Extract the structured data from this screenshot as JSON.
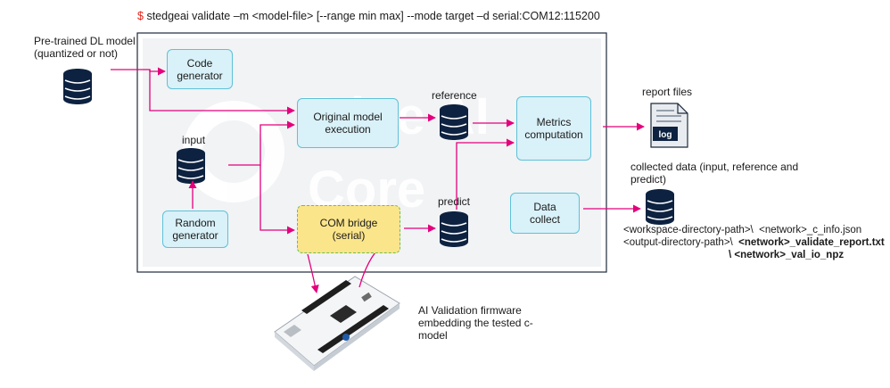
{
  "command": {
    "prompt": "$",
    "text": "stedgeai validate –m <model-file> [--range min max] --mode target –d serial:COM12:115200"
  },
  "labels": {
    "pretrained_line1": "Pre-trained DL model",
    "pretrained_line2": "(quantized or not)",
    "input": "input",
    "reference": "reference",
    "predict": "predict",
    "report_files": "report files",
    "collected_line1": "collected data (input, reference and",
    "collected_line2": "predict)",
    "firmware_line1": "AI Validation firmware",
    "firmware_line2": "embedding the tested c-",
    "firmware_line3": "model"
  },
  "nodes": {
    "code_generator_line1": "Code",
    "code_generator_line2": "generator",
    "original_model_line1": "Original model",
    "original_model_line2": "execution",
    "metrics_line1": "Metrics",
    "metrics_line2": "computation",
    "random_generator_line1": "Random",
    "random_generator_line2": "generator",
    "com_bridge_line1": "COM bridge",
    "com_bridge_line2": "(serial)",
    "data_collect_line1": "Data",
    "data_collect_line2": "collect"
  },
  "output_paths": {
    "line1_a": "<workspace-directory-path>\\",
    "line1_b": "<network>_c_info.json",
    "line2_a": "<output-directory-path>\\",
    "line2_b": "<network>_validate_report.txt",
    "line3": "\\ <network>_val_io_npz"
  },
  "log_icon_text": "log",
  "watermark": {
    "line1": "Edge AI",
    "line2": "Core"
  },
  "colors": {
    "arrow": "#e4007c",
    "box_fill": "#d9f1f8",
    "box_border": "#5fc1d8",
    "bridge_fill": "#fbe58a",
    "bridge_border": "#6bbf59",
    "db_fill": "#0d2240",
    "panel_fill": "#f1f3f5",
    "prompt": "#e0241b"
  },
  "icons": [
    "database-icon",
    "log-file-icon",
    "nucleo-board-icon"
  ]
}
